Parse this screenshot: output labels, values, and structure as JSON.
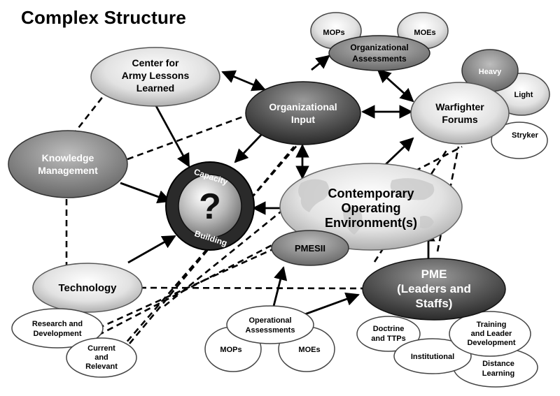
{
  "title": "Complex Structure",
  "nodes": {
    "center_lessons": [
      "Center for",
      "Army Lessons",
      "Learned"
    ],
    "org_input": [
      "Organizational",
      "Input"
    ],
    "mops_top": "MOPs",
    "moes_top": "MOEs",
    "org_assess": [
      "Organizational",
      "Assessments"
    ],
    "heavy": "Heavy",
    "light": "Light",
    "stryker": "Stryker",
    "warfighter": [
      "Warfighter",
      "Forums"
    ],
    "knowledge": [
      "Knowledge",
      "Management"
    ],
    "capacity_top": "Capacity",
    "capacity_bottom": "Building",
    "question": "?",
    "coe": [
      "Contemporary",
      "Operating",
      "Environment(s)"
    ],
    "pmesii": "PMESII",
    "technology": "Technology",
    "research": [
      "Research and",
      "Development"
    ],
    "current": [
      "Current",
      "and",
      "Relevant"
    ],
    "op_assess": [
      "Operational",
      "Assessments"
    ],
    "mops_bottom": "MOPs",
    "moes_bottom": "MOEs",
    "pme": [
      "PME",
      "(Leaders and",
      "Staffs)"
    ],
    "doctrine": [
      "Doctrine",
      "and TTPs"
    ],
    "training": [
      "Training",
      "and Leader",
      "Development"
    ],
    "institutional": "Institutional",
    "distance": [
      "Distance",
      "Learning"
    ]
  }
}
